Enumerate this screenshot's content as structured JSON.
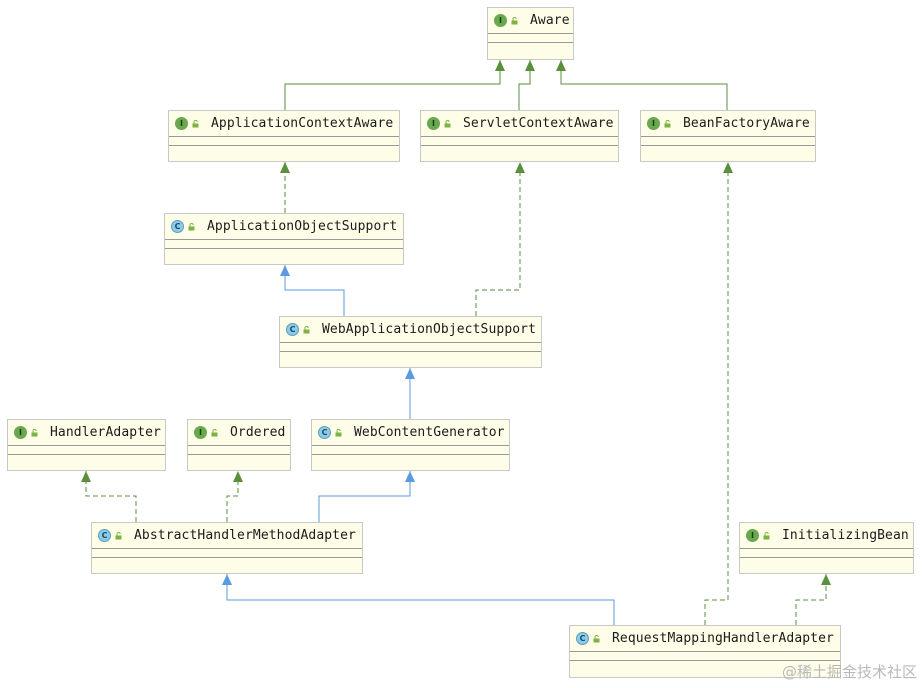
{
  "nodes": [
    {
      "id": "aware",
      "kind": "interface",
      "badge": "I",
      "label": "Aware"
    },
    {
      "id": "appctx",
      "kind": "interface",
      "badge": "I",
      "label": "ApplicationContextAware"
    },
    {
      "id": "servletctx",
      "kind": "interface",
      "badge": "I",
      "label": "ServletContextAware"
    },
    {
      "id": "beanfactory",
      "kind": "interface",
      "badge": "I",
      "label": "BeanFactoryAware"
    },
    {
      "id": "appobj",
      "kind": "class",
      "badge": "C",
      "label": "ApplicationObjectSupport"
    },
    {
      "id": "webappobj",
      "kind": "class",
      "badge": "C",
      "label": "WebApplicationObjectSupport"
    },
    {
      "id": "handleradapter",
      "kind": "interface",
      "badge": "I",
      "label": "HandlerAdapter"
    },
    {
      "id": "ordered",
      "kind": "interface",
      "badge": "I",
      "label": "Ordered"
    },
    {
      "id": "webcontentgen",
      "kind": "class",
      "badge": "C",
      "label": "WebContentGenerator"
    },
    {
      "id": "abstracthma",
      "kind": "class",
      "badge": "C",
      "label": "AbstractHandlerMethodAdapter"
    },
    {
      "id": "initbean",
      "kind": "interface",
      "badge": "I",
      "label": "InitializingBean"
    },
    {
      "id": "rmha",
      "kind": "class",
      "badge": "C",
      "label": "RequestMappingHandlerAdapter"
    }
  ],
  "edges": [
    {
      "from": "appctx",
      "to": "aware",
      "type": "extends-interface"
    },
    {
      "from": "servletctx",
      "to": "aware",
      "type": "extends-interface"
    },
    {
      "from": "beanfactory",
      "to": "aware",
      "type": "extends-interface"
    },
    {
      "from": "appobj",
      "to": "appctx",
      "type": "implements"
    },
    {
      "from": "webappobj",
      "to": "appobj",
      "type": "extends-class"
    },
    {
      "from": "webappobj",
      "to": "servletctx",
      "type": "implements"
    },
    {
      "from": "webcontentgen",
      "to": "webappobj",
      "type": "extends-class"
    },
    {
      "from": "abstracthma",
      "to": "handleradapter",
      "type": "implements"
    },
    {
      "from": "abstracthma",
      "to": "ordered",
      "type": "implements"
    },
    {
      "from": "abstracthma",
      "to": "webcontentgen",
      "type": "extends-class"
    },
    {
      "from": "rmha",
      "to": "abstracthma",
      "type": "extends-class"
    },
    {
      "from": "rmha",
      "to": "beanfactory",
      "type": "implements"
    },
    {
      "from": "rmha",
      "to": "initbean",
      "type": "implements"
    }
  ],
  "colors": {
    "extends_class": "#5a9be0",
    "implements": "#5a8f3c",
    "extends_interface": "#5a8f3c"
  },
  "watermark": "@稀土掘金技术社区"
}
